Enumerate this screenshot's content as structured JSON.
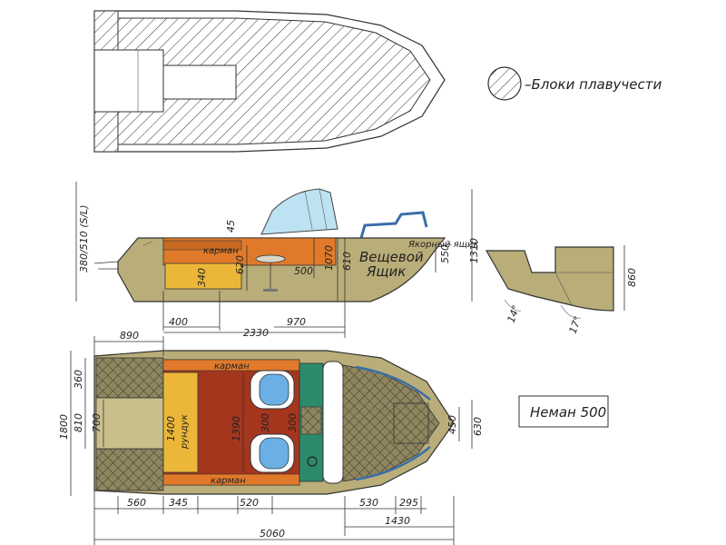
{
  "legend": {
    "text": "–Блоки плавучести",
    "icon": "hatched-circle-icon"
  },
  "model_box": {
    "name": "Неман 500"
  },
  "colors": {
    "hull": "#b9ad79",
    "hull_dark": "#8c7f4d",
    "orange": "#e07a2a",
    "yellow": "#ecb738",
    "red": "#a5361e",
    "teal": "#2c8a6a",
    "seat": "#6ab0e6",
    "glass": "#bde2f2"
  },
  "side_view": {
    "labels": {
      "pocket": "карман",
      "storage_line1": "Вещевой",
      "storage_line2": "Ящик",
      "anchor_box": "Якорный ящик"
    },
    "dims": {
      "d45": "45",
      "d380": "380/510 (S/L)",
      "d1310": "1310",
      "d1070": "1070",
      "d610": "610",
      "d620": "620",
      "d340": "340",
      "d500": "500",
      "d550": "550",
      "d400": "400",
      "d2330": "2330",
      "d970": "970"
    }
  },
  "section_view": {
    "dims": {
      "d860": "860",
      "a14": "14°",
      "a17": "17°"
    }
  },
  "top_view": {
    "labels": {
      "pocket_top": "карман",
      "pocket_bottom": "карман",
      "locker": "рундук"
    },
    "dims": {
      "d890": "890",
      "d360": "360",
      "d1800": "1800",
      "d810": "810",
      "d700": "700",
      "d1400": "1400",
      "d1390": "1390",
      "d300a": "300",
      "d300b": "300",
      "d450": "450",
      "d630": "630",
      "d560": "560",
      "d345": "345",
      "d520": "520",
      "d530": "530",
      "d295": "295",
      "d1430": "1430",
      "d5060": "5060"
    }
  }
}
